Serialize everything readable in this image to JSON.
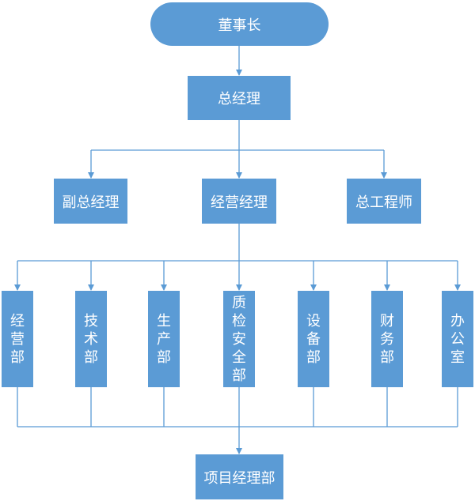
{
  "nodes": {
    "chairman": "董事长",
    "general_manager": "总经理",
    "deputy_gm": "副总经理",
    "business_manager": "经营经理",
    "chief_engineer": "总工程师",
    "project_dept": "项目经理部"
  },
  "departments": [
    {
      "label": "经营部",
      "chars": [
        "经",
        "营",
        "部"
      ]
    },
    {
      "label": "技术部",
      "chars": [
        "技",
        "术",
        "部"
      ]
    },
    {
      "label": "生产部",
      "chars": [
        "生",
        "产",
        "部"
      ]
    },
    {
      "label": "质检安全部",
      "chars": [
        "质",
        "检",
        "安",
        "全",
        "部"
      ]
    },
    {
      "label": "设备部",
      "chars": [
        "设",
        "备",
        "部"
      ]
    },
    {
      "label": "财务部",
      "chars": [
        "财",
        "务",
        "部"
      ]
    },
    {
      "label": "办公室",
      "chars": [
        "办",
        "公",
        "室"
      ]
    }
  ],
  "colors": {
    "node_fill": "#5b9bd5",
    "line": "#5b9bd5",
    "text": "#ffffff"
  }
}
